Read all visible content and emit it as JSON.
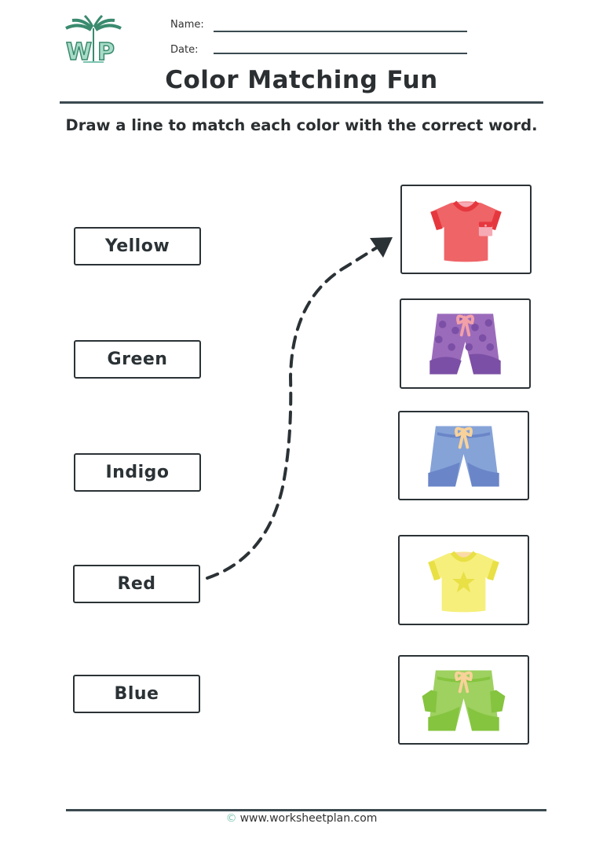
{
  "header": {
    "logo_text": "WP",
    "name_label": "Name:",
    "date_label": "Date:",
    "title": "Color Matching Fun"
  },
  "instructions": "Draw a line to match each color with the correct word.",
  "words": [
    {
      "label": "Yellow"
    },
    {
      "label": "Green"
    },
    {
      "label": "Indigo"
    },
    {
      "label": "Red"
    },
    {
      "label": "Blue"
    }
  ],
  "pictures": [
    {
      "item": "t-shirt",
      "color_name": "red",
      "fill": "#ef6467",
      "accent": "#e5383e"
    },
    {
      "item": "shorts",
      "color_name": "purple",
      "fill": "#9b6bbb",
      "accent": "#7c4fa6"
    },
    {
      "item": "shorts",
      "color_name": "blue",
      "fill": "#86a3d8",
      "accent": "#6a86c8"
    },
    {
      "item": "t-shirt",
      "color_name": "yellow",
      "fill": "#f6ef7c",
      "accent": "#e8e045"
    },
    {
      "item": "shorts",
      "color_name": "green",
      "fill": "#9ed160",
      "accent": "#85c43f"
    }
  ],
  "example_match": {
    "from": "Red",
    "to": "red t-shirt",
    "style": "dashed-arrow"
  },
  "footer": {
    "copyright_symbol": "©",
    "url": "www.worksheetplan.com"
  },
  "colors": {
    "ink": "#2b3236",
    "logo_green": "#3a8a6e",
    "logo_mint": "#7cc4b0"
  }
}
